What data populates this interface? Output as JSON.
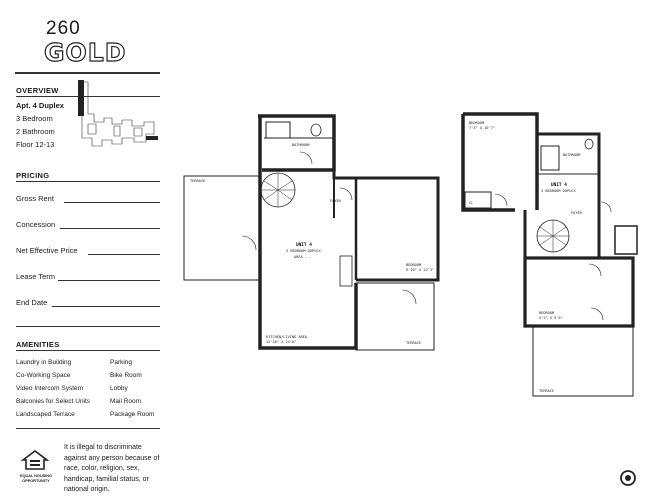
{
  "brand": {
    "number": "260",
    "word": "GOLD"
  },
  "overview": {
    "title": "OVERVIEW",
    "lines": [
      "Apt. 4 Duplex",
      "3 Bedroom",
      "2 Bathroom",
      "Floor 12-13"
    ]
  },
  "pricing": {
    "title": "PRICING",
    "items": [
      "Gross Rent",
      "Concession",
      "Net Effective Price",
      "Lease Term",
      "End Date"
    ]
  },
  "amenities": {
    "title": "AMENITIES",
    "left": [
      "Laundry in Building",
      "Co-Working Space",
      "Video Intercom System",
      "Balconies for Select Units",
      "Landscaped Terrace"
    ],
    "right": [
      "Parking",
      "Bike Room",
      "Lobby",
      "Mail Room",
      "Package Room"
    ]
  },
  "legal": {
    "text": "It is illegal to discriminate against any person because of race, color, religion, sex, handicap, familial status, or national origin.",
    "eho_label": "EQUAL HOUSING OPPORTUNITY"
  },
  "plan_lower": {
    "terrace": "TERRACE",
    "bathroom": "BATHROOM",
    "foyer": "FOYER",
    "unit_title": "UNIT 4",
    "unit_sub": "3 BEDROOM DUPLEX",
    "unit_area": "AREA ...",
    "bedroom": "BEDROOM",
    "bedroom_dim": "9'10\" X 12'3\"",
    "kitchen": "KITCHEN/LIVING AREA",
    "kitchen_dim": "12'10\" X 24'6\"",
    "terrace2": "TERRACE"
  },
  "plan_upper": {
    "bedroom_top": "BEDROOM",
    "bedroom_top_dim": "7'3\" X 10'7\"",
    "bathroom": "BATHROOM",
    "unit_title": "UNIT 4",
    "unit_sub": "3 BEDROOM DUPLEX",
    "foyer": "FOYER",
    "bedroom_low": "BEDROOM",
    "bedroom_low_dim": "9'5\" X 9'6\"",
    "terrace": "TERRACE",
    "cl": "CL"
  }
}
